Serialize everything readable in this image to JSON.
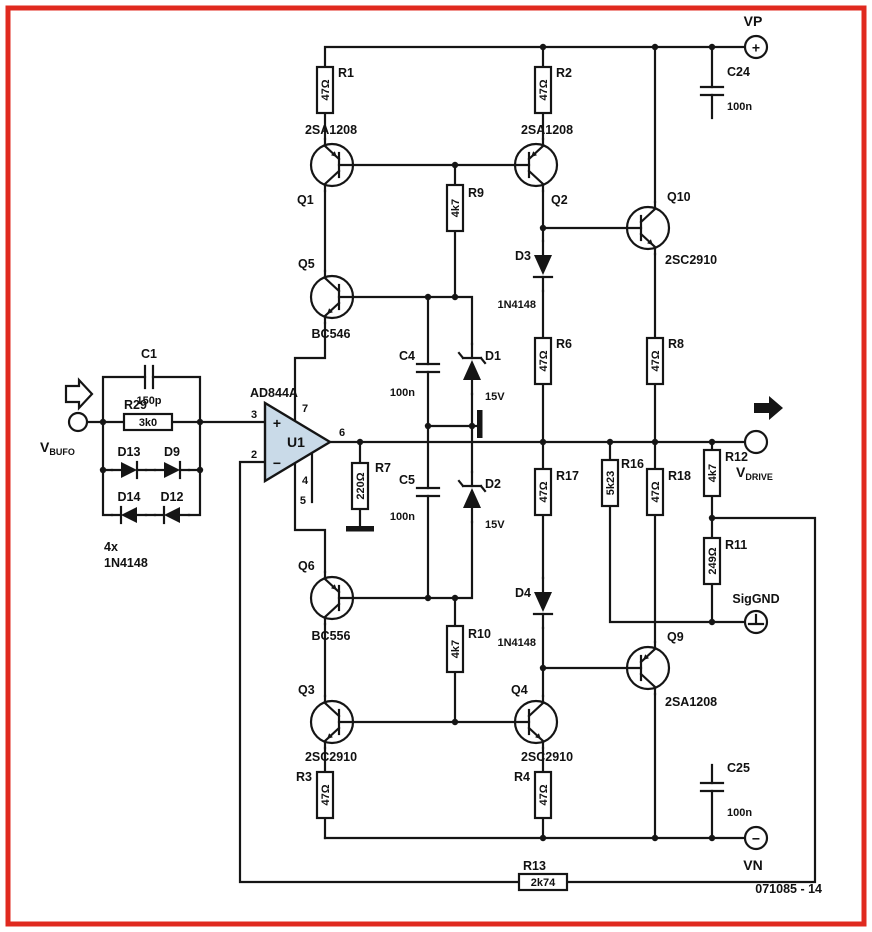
{
  "meta": {
    "doc_number": "071085 - 14",
    "border_color": "#e02a1f",
    "opamp_fill": "#c9dae8"
  },
  "ports": {
    "vp": {
      "label": "VP",
      "sign": "+"
    },
    "vn": {
      "label": "VN",
      "sign": "−"
    },
    "v_bufo": {
      "main": "V",
      "sub": "BUFO"
    },
    "v_drive": {
      "main": "V",
      "sub": "DRIVE"
    },
    "siggnd": {
      "label": "SigGND"
    }
  },
  "opamp": {
    "ref": "U1",
    "part": "AD844A",
    "plus": "+",
    "minus": "−",
    "pins": {
      "p2": "2",
      "p3": "3",
      "p4": "4",
      "p5": "5",
      "p6": "6",
      "p7": "7"
    }
  },
  "transistors": {
    "Q1": {
      "ref": "Q1",
      "part": "2SA1208"
    },
    "Q2": {
      "ref": "Q2",
      "part": "2SA1208"
    },
    "Q3": {
      "ref": "Q3",
      "part": "2SC2910"
    },
    "Q4": {
      "ref": "Q4",
      "part": "2SC2910"
    },
    "Q5": {
      "ref": "Q5",
      "part": "BC546"
    },
    "Q6": {
      "ref": "Q6",
      "part": "BC556"
    },
    "Q9": {
      "ref": "Q9",
      "part": "2SA1208"
    },
    "Q10": {
      "ref": "Q10",
      "part": "2SC2910"
    }
  },
  "resistors": {
    "R1": {
      "ref": "R1",
      "value": "47Ω"
    },
    "R2": {
      "ref": "R2",
      "value": "47Ω"
    },
    "R3": {
      "ref": "R3",
      "value": "47Ω"
    },
    "R4": {
      "ref": "R4",
      "value": "47Ω"
    },
    "R6": {
      "ref": "R6",
      "value": "47Ω"
    },
    "R7": {
      "ref": "R7",
      "value": "220Ω"
    },
    "R8": {
      "ref": "R8",
      "value": "47Ω"
    },
    "R9": {
      "ref": "R9",
      "value": "4k7"
    },
    "R10": {
      "ref": "R10",
      "value": "4k7"
    },
    "R11": {
      "ref": "R11",
      "value": "249Ω"
    },
    "R12": {
      "ref": "R12",
      "value": "4k7"
    },
    "R13": {
      "ref": "R13",
      "value": "2k74"
    },
    "R16": {
      "ref": "R16",
      "value": "5k23"
    },
    "R17": {
      "ref": "R17",
      "value": "47Ω"
    },
    "R18": {
      "ref": "R18",
      "value": "47Ω"
    },
    "R29": {
      "ref": "R29",
      "value": "3k0"
    }
  },
  "capacitors": {
    "C1": {
      "ref": "C1",
      "value": "150p"
    },
    "C4": {
      "ref": "C4",
      "value": "100n"
    },
    "C5": {
      "ref": "C5",
      "value": "100n"
    },
    "C24": {
      "ref": "C24",
      "value": "100n"
    },
    "C25": {
      "ref": "C25",
      "value": "100n"
    }
  },
  "diodes": {
    "D1": {
      "ref": "D1",
      "value": "15V"
    },
    "D2": {
      "ref": "D2",
      "value": "15V"
    },
    "D3": {
      "ref": "D3",
      "value": "1N4148"
    },
    "D4": {
      "ref": "D4",
      "value": "1N4148"
    },
    "D9": {
      "ref": "D9"
    },
    "D12": {
      "ref": "D12"
    },
    "D13": {
      "ref": "D13"
    },
    "D14": {
      "ref": "D14"
    },
    "clamp_note": {
      "line1": "4x",
      "line2": "1N4148"
    }
  }
}
